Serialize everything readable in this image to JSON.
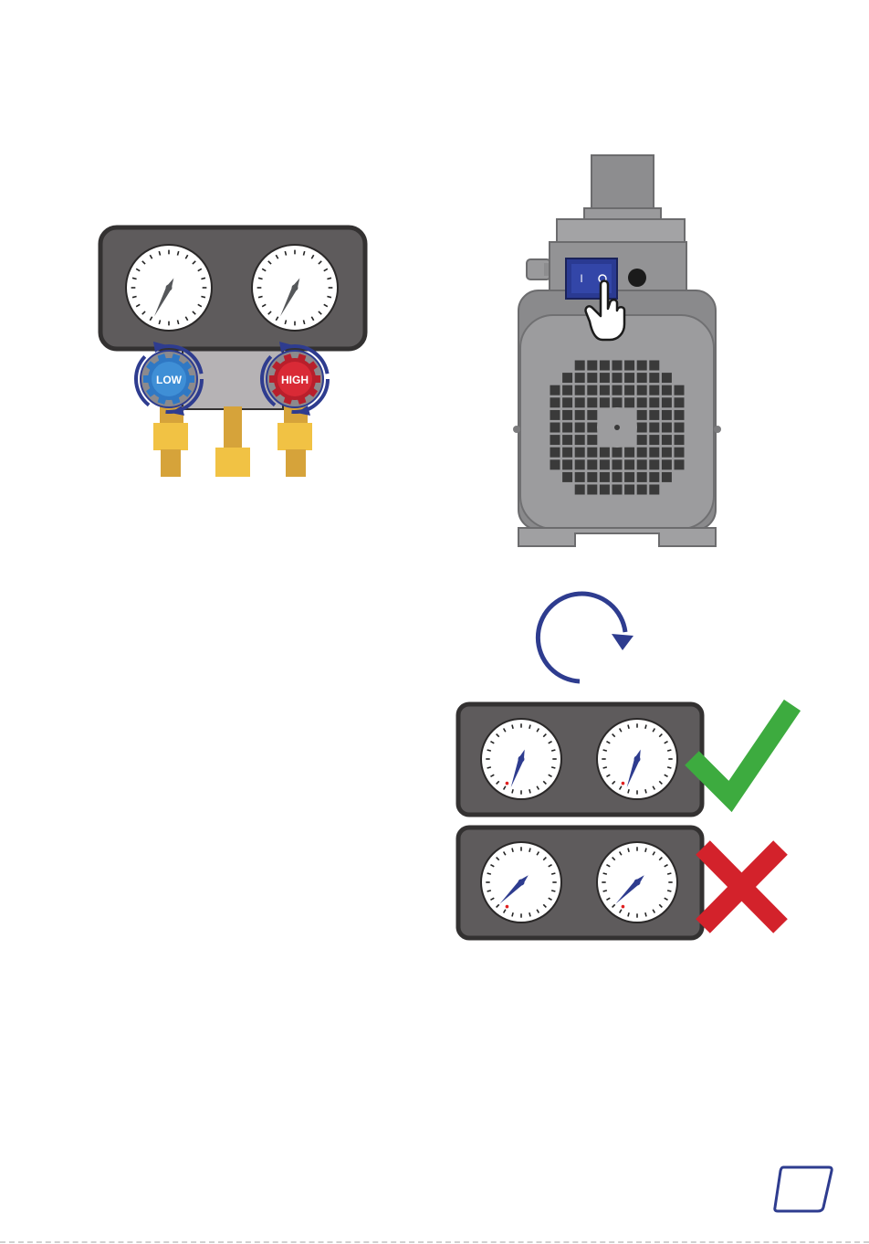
{
  "manifold": {
    "low_label": "LOW",
    "high_label": "HIGH",
    "colors": {
      "body": "#5e5b5c",
      "border": "#333131",
      "low_knob": "#3f8fd6",
      "high_knob": "#d92a36",
      "arrows": "#2e3c8f",
      "hoses": "#f1c244",
      "hose_shadow": "#d6a33a"
    }
  },
  "pump": {
    "switch_symbols": {
      "on": "I",
      "off": "O"
    },
    "colors": {
      "body": "#8d8d8f",
      "switch": "#2a3a92",
      "grille": "#3a3a3a"
    }
  },
  "rotation_arrow": {
    "color": "#2e3c8f",
    "direction": "clockwise"
  },
  "results": [
    {
      "outcome": "correct",
      "icon": "check-icon",
      "color": "#3dab3f",
      "needle": "steady"
    },
    {
      "outcome": "incorrect",
      "icon": "cross-icon",
      "color": "#d3222b",
      "needle": "moved"
    }
  ],
  "page_badge": {
    "color": "#2e3c8f",
    "label": ""
  }
}
